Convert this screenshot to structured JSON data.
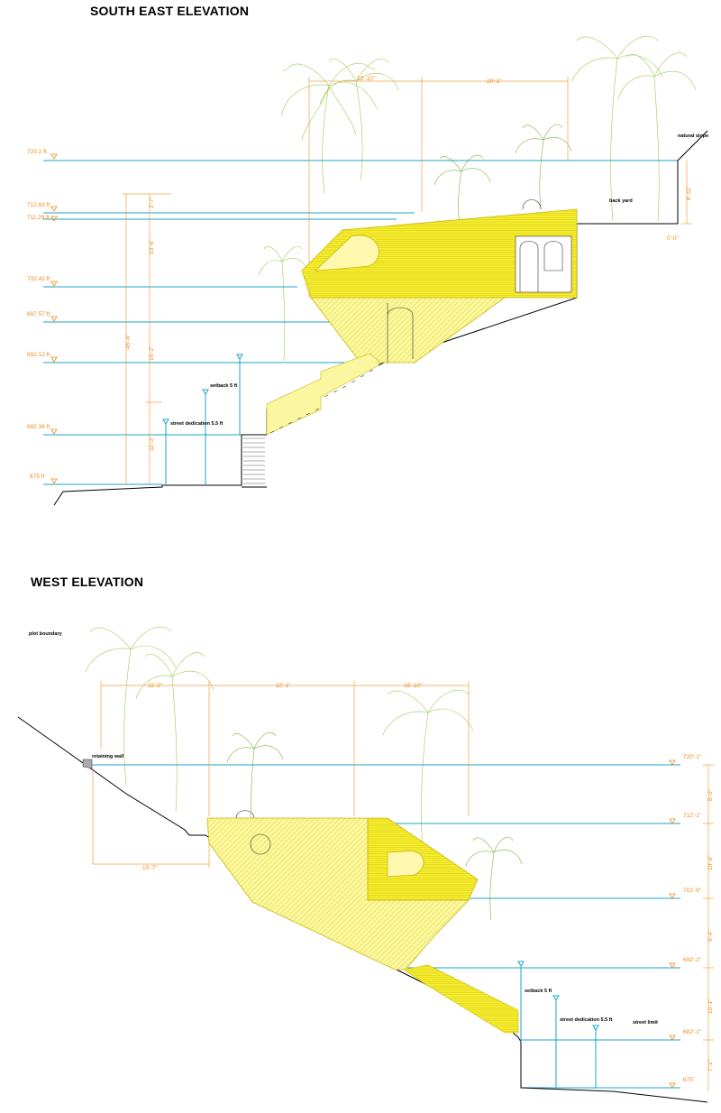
{
  "south_east": {
    "title": "SOUTH EAST ELEVATION",
    "levels": [
      "720.2 ft",
      "712.83 ft",
      "711.29 ft",
      "702.42 ft",
      "697.57 ft",
      "692.12 ft",
      "682.36 ft",
      "675 ft"
    ],
    "dims": {
      "top_a": "12'-10\"",
      "top_b": "20'-1\"",
      "v_a": "2'-7\"",
      "v_b": "10'-6\"",
      "v_c": "16'-2\"",
      "v_d": "45'-6\"",
      "v_e": "11'-3\"",
      "right_a": "8'-11\"",
      "right_b": "0'-0\""
    },
    "notes": {
      "natural_slope": "natural slope",
      "back_yard": "back yard",
      "setback": "setback 5 ft",
      "street_dedication": "street dedication 5.5 ft"
    }
  },
  "west": {
    "title": "WEST ELEVATION",
    "levels": [
      "720'-1\"",
      "712'-1\"",
      "701'-6\"",
      "692'-2\"",
      "682'-1\"",
      "675'"
    ],
    "dims": {
      "top_a": "11'-2\"",
      "top_b": "22'-1\"",
      "top_c": "15'-10\"",
      "bottom_a": "15'-7\"",
      "right_a": "8'-0\"",
      "right_b": "10'-6\"",
      "right_c": "9'-4\"",
      "right_d": "10'-1\"",
      "right_e": "7'-1\""
    },
    "notes": {
      "plot_boundary": "plot boundary",
      "retaining_wall": "retaining wall",
      "setback": "setback 5 ft",
      "street_dedication": "street dedication 5.5 ft",
      "street_limit": "street limit"
    }
  },
  "colors": {
    "level_line": "#1aa3c8",
    "dimension": "#ee8a1a",
    "house": "#f2ea2a",
    "tree": "#7fbf3a"
  }
}
